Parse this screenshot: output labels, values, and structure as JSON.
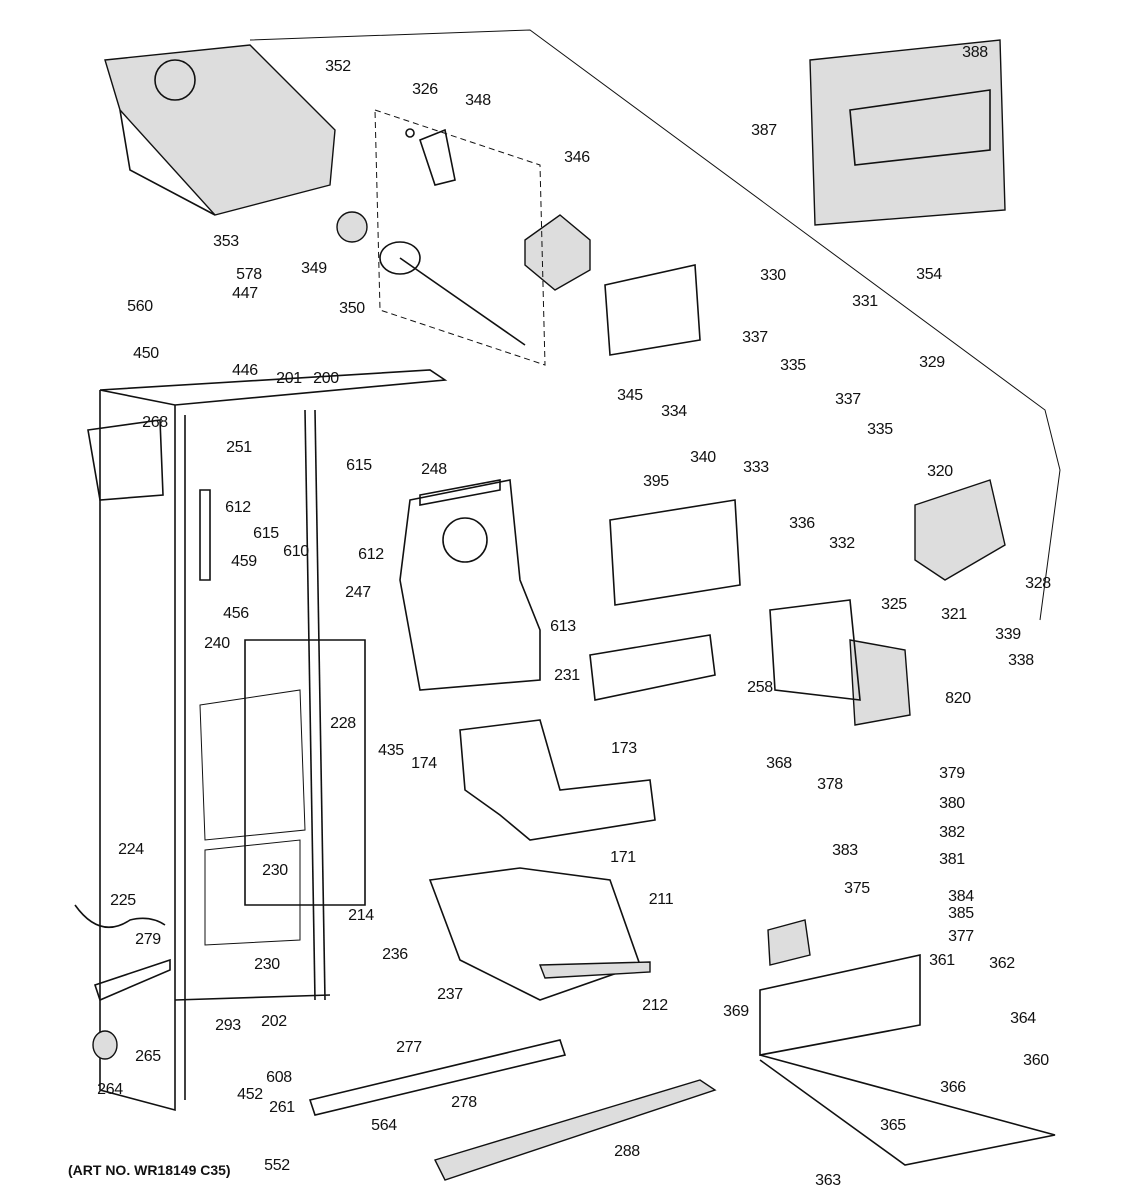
{
  "diagram": {
    "caption": "(ART NO. WR18149 C35)",
    "part_labels": [
      "352",
      "326",
      "348",
      "346",
      "388",
      "387",
      "353",
      "349",
      "350",
      "578",
      "447",
      "560",
      "450",
      "446",
      "354",
      "330",
      "331",
      "337",
      "345",
      "334",
      "335",
      "329",
      "201",
      "200",
      "268",
      "251",
      "337",
      "335",
      "340",
      "333",
      "320",
      "615",
      "248",
      "395",
      "612",
      "615",
      "610",
      "612",
      "336",
      "332",
      "328",
      "459",
      "247",
      "613",
      "325",
      "321",
      "339",
      "456",
      "240",
      "231",
      "338",
      "258",
      "820",
      "228",
      "435",
      "173",
      "368",
      "378",
      "379",
      "174",
      "380",
      "382",
      "224",
      "383",
      "381",
      "230",
      "171",
      "375",
      "225",
      "384",
      "385",
      "211",
      "214",
      "377",
      "279",
      "236",
      "230",
      "361",
      "362",
      "237",
      "212",
      "369",
      "202",
      "293",
      "364",
      "265",
      "277",
      "608",
      "360",
      "264",
      "452",
      "366",
      "261",
      "278",
      "564",
      "365",
      "552",
      "288",
      "363"
    ]
  }
}
